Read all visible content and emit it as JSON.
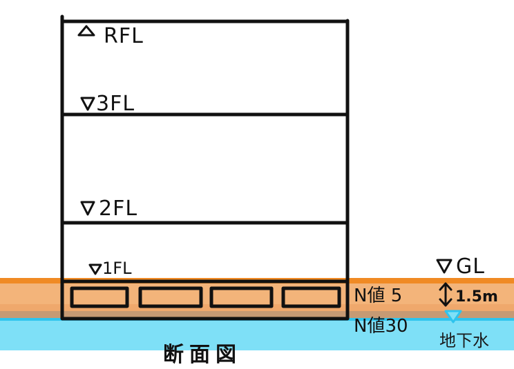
{
  "diagram": {
    "floors": {
      "rfl": "RFL",
      "fl3": "3FL",
      "fl2": "2FL",
      "fl1": "1FL"
    },
    "ground_level": "GL",
    "soil": {
      "upper_n_value": "N値 5",
      "lower_n_value": "N値30"
    },
    "groundwater_depth": "1.5m",
    "groundwater_label": "地下水",
    "title": "断面図"
  },
  "colors": {
    "ground_orange": "#f08a24",
    "soil_upper": "#f3b47a",
    "soil_lower": "#c69a74",
    "water": "#7ee0f7",
    "water_line": "#2ec4ee",
    "outline": "#111111"
  }
}
